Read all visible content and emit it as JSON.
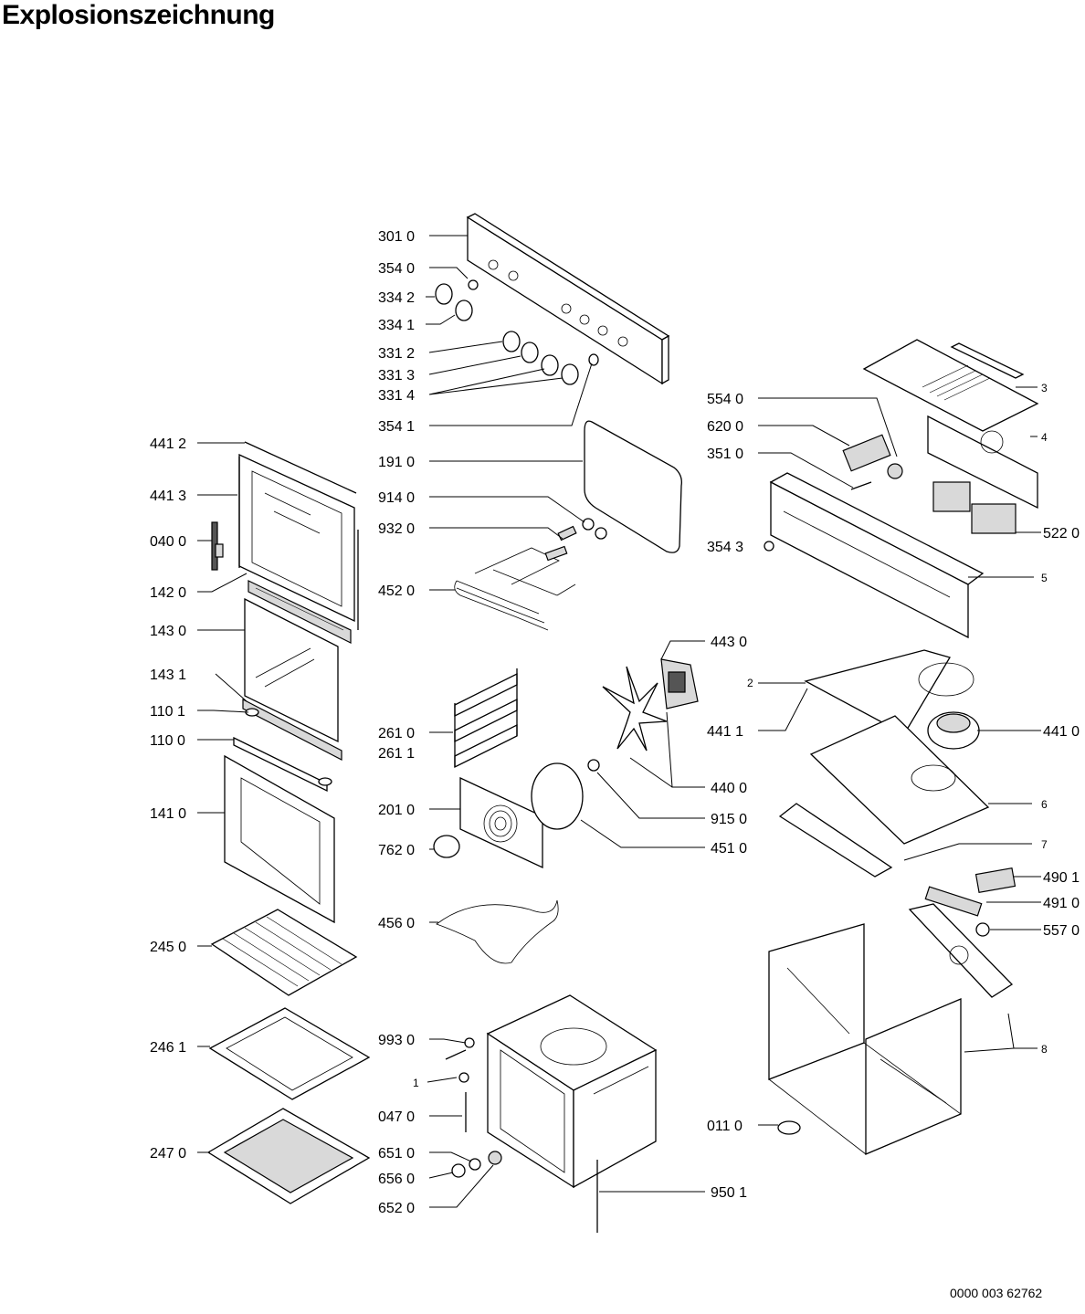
{
  "title": "Explosionszeichnung",
  "document_code": "0000 003 62762",
  "part_labels": {
    "p3010": "301 0",
    "p3540": "354 0",
    "p3342": "334 2",
    "p3341": "334 1",
    "p3312": "331 2",
    "p3313": "331 3",
    "p3314": "331 4",
    "p3541": "354 1",
    "p1910": "191 0",
    "p9140": "914 0",
    "p9320": "932 0",
    "p4520": "452 0",
    "p4412": "441 2",
    "p4413": "441 3",
    "p0400": "040 0",
    "p1420": "142 0",
    "p1430": "143 0",
    "p1431": "143 1",
    "p1101": "110 1",
    "p1100": "110 0",
    "p1410": "141 0",
    "p2450": "245 0",
    "p2461": "246 1",
    "p2470": "247 0",
    "p2610": "261 0",
    "p2611": "261 1",
    "p2010": "201 0",
    "p7620": "762 0",
    "p4560": "456 0",
    "p4430": "443 0",
    "p4400": "440 0",
    "p9150": "915 0",
    "p4510": "451 0",
    "p9930": "993 0",
    "p1": "1",
    "p0470": "047 0",
    "p6510": "651 0",
    "p6560": "656 0",
    "p6520": "652 0",
    "p9501": "950 1",
    "p5540": "554 0",
    "p6200": "620 0",
    "p3510": "351 0",
    "p3543": "354 3",
    "p3": "3",
    "p4": "4",
    "p5220": "522 0",
    "p5": "5",
    "p2": "2",
    "p4411": "441 1",
    "p4410": "441 0",
    "p6": "6",
    "p7": "7",
    "p4901": "490 1",
    "p4910": "491 0",
    "p5570": "557 0",
    "p8": "8",
    "p0110": "011 0"
  }
}
